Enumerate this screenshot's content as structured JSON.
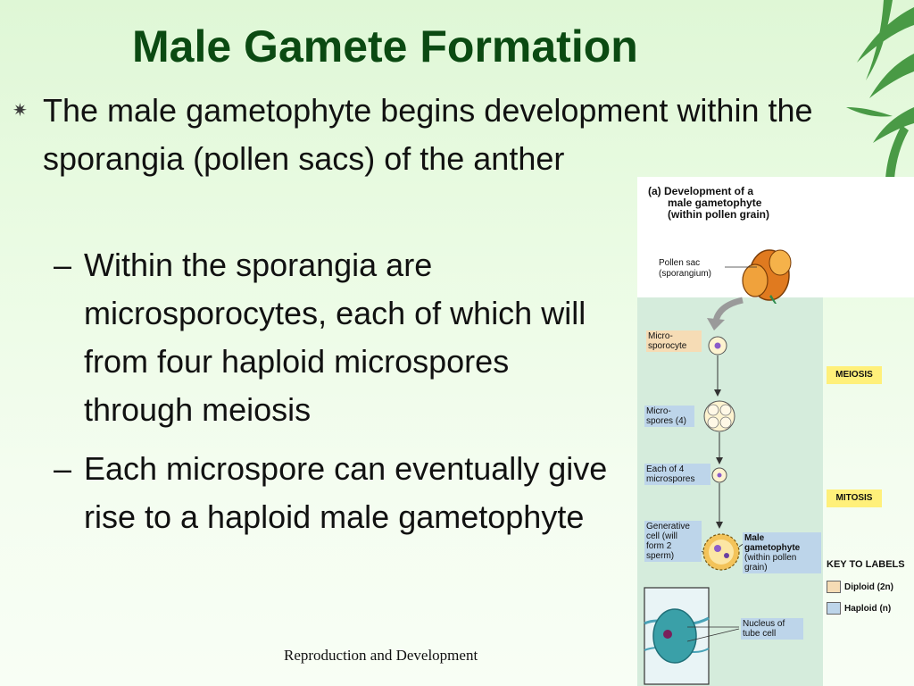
{
  "slide": {
    "title": "Male Gamete Formation",
    "bullets": {
      "main": {
        "marker": "✷",
        "text": "The male gametophyte begins development within the sporangia (pollen sacs) of the anther"
      },
      "sub": [
        {
          "marker": "–",
          "text": "Within the sporangia are microsporocytes, each of which will from four haploid microspores through meiosis"
        },
        {
          "marker": "–",
          "text": "Each microspore can eventually give rise to a haploid male gametophyte"
        }
      ]
    },
    "footer": "Reproduction and Development",
    "colors": {
      "title": "#0b4a12",
      "background": "#e6f9df",
      "diploid": "#f6dcb5",
      "haploid": "#bdd5ea",
      "tag": "#fff07a"
    }
  },
  "figure": {
    "heading": {
      "line1": "(a) Development of a",
      "line2": "male gametophyte",
      "line3": "(within pollen grain)"
    },
    "labels": {
      "pollen_sac_1": "Pollen sac",
      "pollen_sac_2": "(sporangium)",
      "microsporocyte_1": "Micro-",
      "microsporocyte_2": "sporocyte",
      "microspores_1": "Micro-",
      "microspores_2": "spores (4)",
      "each_1": "Each of 4",
      "each_2": "microspores",
      "generative_1": "Generative",
      "generative_2": "cell (will",
      "generative_3": "form 2",
      "generative_4": "sperm)",
      "male_1": "Male",
      "male_2": "gametophyte",
      "male_3": "(within pollen",
      "male_4": "grain)",
      "nucleus_1": "Nucleus of",
      "nucleus_2": "tube cell"
    },
    "tags": {
      "meiosis": "MEIOSIS",
      "mitosis": "MITOSIS"
    },
    "key": {
      "title": "KEY TO LABELS",
      "diploid": "Diploid (2n)",
      "haploid": "Haploid (n)"
    }
  }
}
